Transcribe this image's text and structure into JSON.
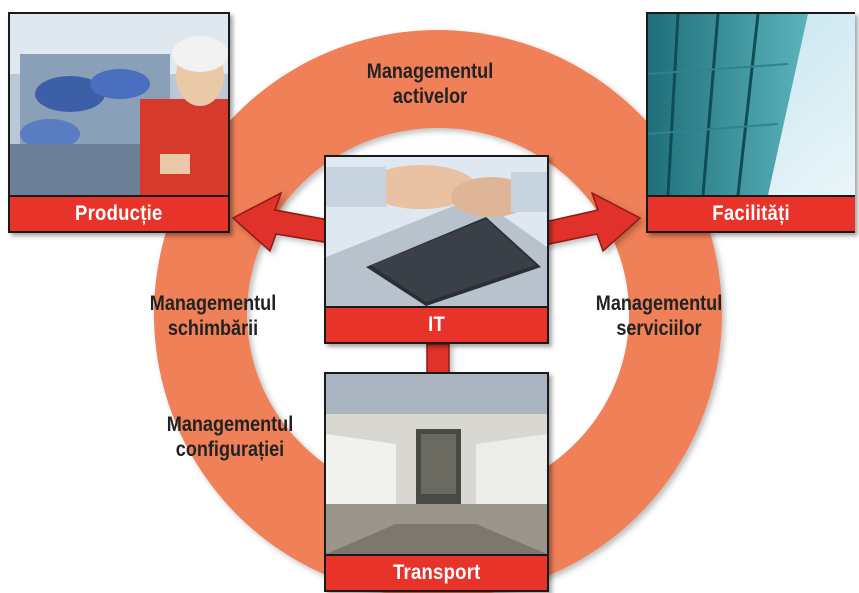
{
  "ring": {
    "color": "#ef8058",
    "labels": {
      "assets": [
        "Managementul",
        "activelor"
      ],
      "change": [
        "Managementul",
        "schimbării"
      ],
      "services": [
        "Managementul",
        "serviciilor"
      ],
      "configuration": [
        "Managementul",
        "configurației"
      ]
    }
  },
  "boxes": {
    "production": {
      "label": "Producție",
      "icon": "factory-worker-photo"
    },
    "facilities": {
      "label": "Facilități",
      "icon": "glass-building-photo"
    },
    "it": {
      "label": "IT",
      "icon": "laptop-typing-photo"
    },
    "transport": {
      "label": "Transport",
      "icon": "loading-dock-trucks-photo"
    }
  },
  "arrows": {
    "color": "#e0302a",
    "outline": "#8a1a16"
  }
}
